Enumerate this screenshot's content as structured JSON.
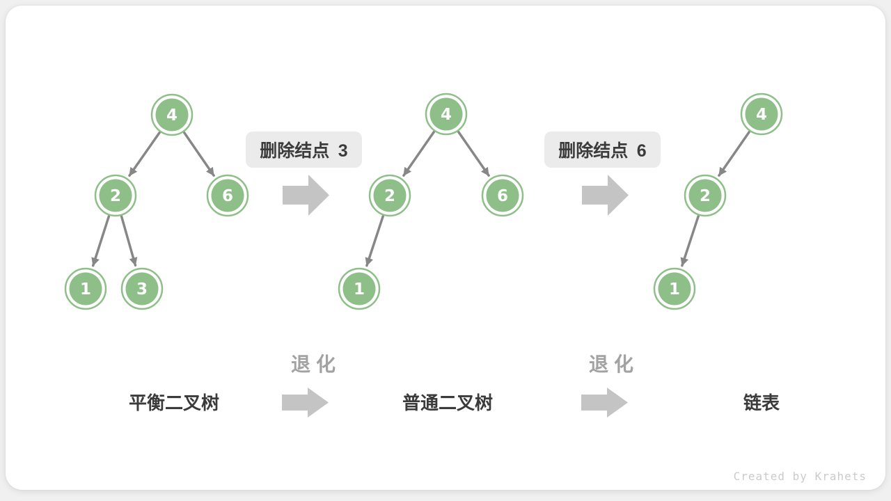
{
  "diagram": {
    "steps": [
      {
        "label": "删除结点 3"
      },
      {
        "label": "删除结点 6"
      }
    ],
    "transitions": [
      {
        "label": "退化"
      },
      {
        "label": "退化"
      }
    ],
    "trees": [
      {
        "name": "平衡二叉树",
        "nodes": [
          {
            "value": "4"
          },
          {
            "value": "2"
          },
          {
            "value": "6"
          },
          {
            "value": "1"
          },
          {
            "value": "3"
          }
        ]
      },
      {
        "name": "普通二叉树",
        "nodes": [
          {
            "value": "4"
          },
          {
            "value": "2"
          },
          {
            "value": "6"
          },
          {
            "value": "1"
          }
        ]
      },
      {
        "name": "链表",
        "nodes": [
          {
            "value": "4"
          },
          {
            "value": "2"
          },
          {
            "value": "1"
          }
        ]
      }
    ],
    "credit": "Created by Krahets",
    "colors": {
      "node_green": "#8ebf89",
      "edge_gray": "#878787",
      "block_arrow_gray": "#c4c4c4",
      "step_box_bg": "#ebebeb",
      "dark_text": "#3b3b3b",
      "muted_text": "#a2a2a2",
      "credit_text": "#cbcbcb",
      "card_bg": "#ffffff",
      "page_bg": "#f0f0f0"
    }
  }
}
